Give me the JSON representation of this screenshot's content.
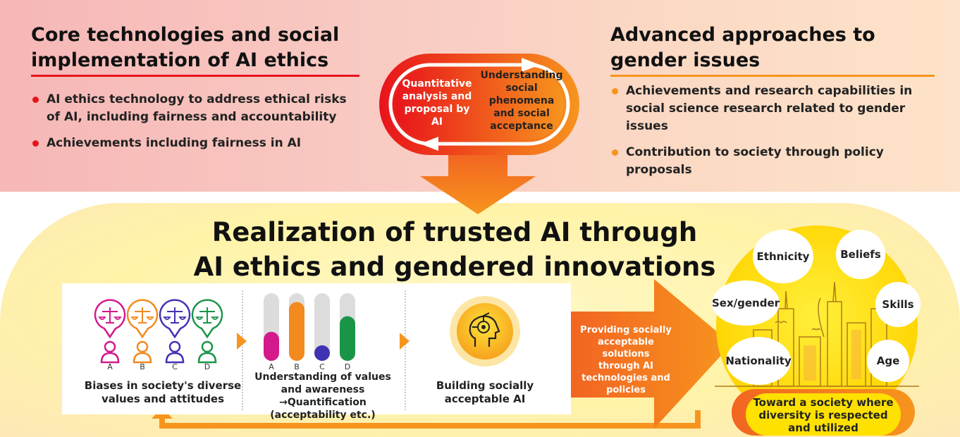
{
  "left_section": {
    "title_line1": "Core technologies and social",
    "title_line2": "implementation of AI ethics",
    "bullets": [
      {
        "line1": "AI ethics technology to address ethical risks",
        "line2": "of AI, including fairness and accountability"
      },
      {
        "line1": "Achievements including fairness in AI",
        "line2": ""
      }
    ]
  },
  "right_section": {
    "title_line1": "Advanced approaches to",
    "title_line2": "gender issues",
    "bullets": [
      {
        "line1": "Achievements and research capabilities in",
        "line2": "social science research related to gender",
        "line3": "issues"
      },
      {
        "line1": "Contribution to society through policy",
        "line2": "proposals",
        "line3": ""
      }
    ]
  },
  "cycle": {
    "left_text": [
      "Quantitative",
      "analysis and",
      "proposal by",
      "AI"
    ],
    "right_text": [
      "Understanding",
      "social",
      "phenomena",
      "and social",
      "acceptance"
    ]
  },
  "main_title": {
    "line1": "Realization of trusted AI through",
    "line2": "AI ethics and gendered innovations"
  },
  "panel": {
    "persons": [
      "A",
      "B",
      "C",
      "D"
    ],
    "caption1": [
      "Biases in society's diverse",
      "values and attitudes"
    ],
    "bar_chart": {
      "categories": [
        "A",
        "B",
        "C",
        "D"
      ],
      "values": [
        0.43,
        0.87,
        0.23,
        0.66
      ]
    },
    "caption2": [
      "Understanding of values",
      "and awareness",
      "→Quantification",
      "(acceptability etc.)"
    ],
    "caption3": [
      "Building socially",
      "acceptable AI"
    ]
  },
  "solutions_arrow": [
    "Providing socially",
    "acceptable solutions",
    "through AI",
    "technologies and",
    "policies"
  ],
  "diversity": {
    "attributes": [
      "Ethnicity",
      "Beliefs",
      "Sex/gender",
      "Skills",
      "Nationality",
      "Age"
    ],
    "society_caption": [
      "Toward a society where",
      "diversity is respected",
      "and utilized"
    ]
  },
  "colors": {
    "red": "#e8141c",
    "orange": "#f7941d",
    "person_a": "#d4198d",
    "person_b": "#f28a1e",
    "person_c": "#3f33b3",
    "person_d": "#1a9548",
    "yellow": "#ffe100"
  }
}
